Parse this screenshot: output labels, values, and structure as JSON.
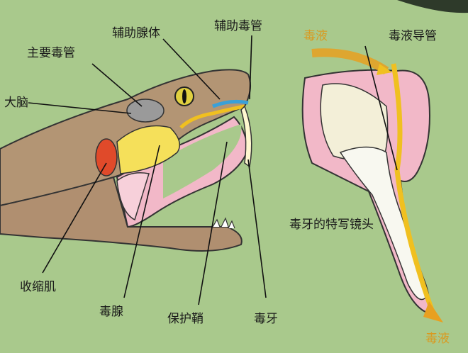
{
  "labels": {
    "accessory_gland": "辅助腺体",
    "accessory_duct": "辅助毒管",
    "main_duct": "主要毒管",
    "brain": "大脑",
    "venom_top": "毒液",
    "venom_duct": "毒液导管",
    "closeup": "毒牙的特写镜头",
    "muscle": "收缩肌",
    "venom_gland": "毒腺",
    "sheath": "保护鞘",
    "fang": "毒牙",
    "venom_bottom": "毒液"
  },
  "colors": {
    "background": "#a9c98c",
    "venom": "#f0c020",
    "muscle": "#e04a2a",
    "gland": "#f5e05a",
    "duct": "#3aa0d8",
    "skin": "#b89a78",
    "mouth": "#f2b8c8"
  }
}
